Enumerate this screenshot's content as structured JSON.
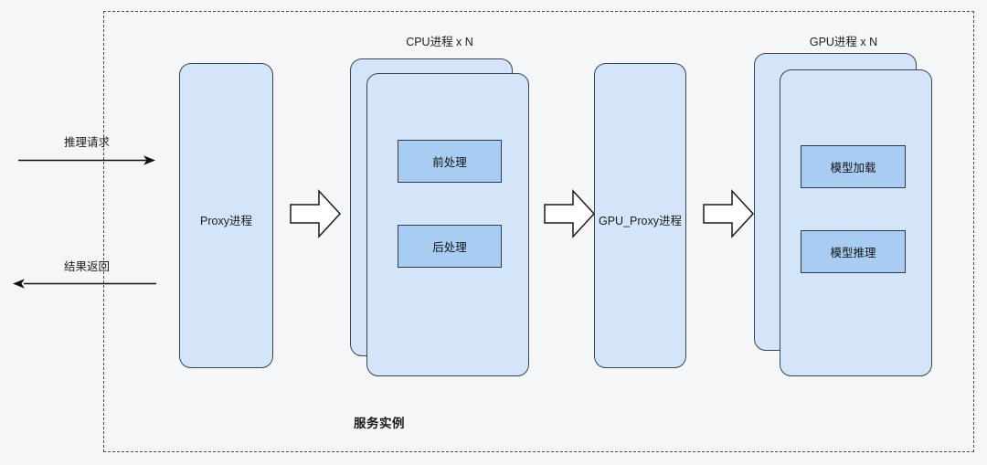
{
  "diagram": {
    "boundary_label": "服务实例",
    "background_color": "#f5f6f8",
    "card_fill": "#d4e4f9",
    "sub_box_fill": "#a9cdf2",
    "stroke_color": "#3a4455"
  },
  "flows": {
    "request": {
      "label": "推理请求",
      "direction": "right"
    },
    "response": {
      "label": "结果返回",
      "direction": "left"
    }
  },
  "stages": {
    "proxy": {
      "label": "Proxy进程"
    },
    "cpu": {
      "caption": "CPU进程 x N",
      "steps": [
        {
          "label": "前处理"
        },
        {
          "label": "后处理"
        }
      ]
    },
    "gpu_proxy": {
      "label": "GPU_Proxy进程"
    },
    "gpu": {
      "caption": "GPU进程 x N",
      "steps": [
        {
          "label": "模型加载"
        },
        {
          "label": "模型推理"
        }
      ]
    }
  }
}
